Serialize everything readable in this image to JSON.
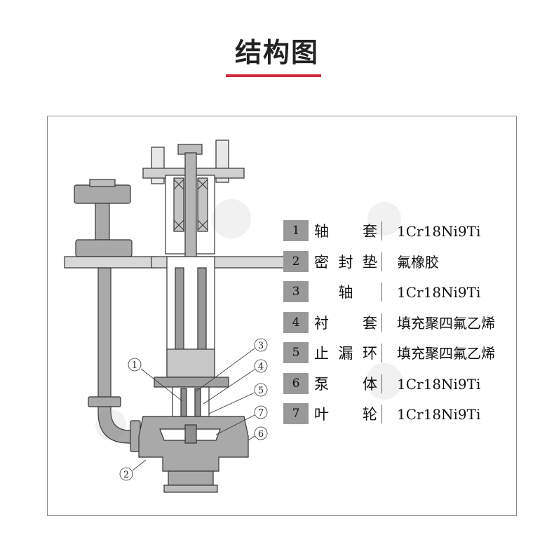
{
  "page_title": "结构图",
  "colors": {
    "accent": "#d22a3d",
    "fill_gray": "#a9a9a9",
    "outline": "#333333",
    "legend_number_bg": "#999999"
  },
  "parts": [
    {
      "num": "1",
      "name": "轴　套",
      "material": "1Cr18Ni9Ti",
      "cjk": false
    },
    {
      "num": "2",
      "name": "密封垫",
      "material": "氟橡胶",
      "cjk": true
    },
    {
      "num": "3",
      "name": "轴",
      "material": "1Cr18Ni9Ti",
      "cjk": false
    },
    {
      "num": "4",
      "name": "衬　套",
      "material": "填充聚四氟乙烯",
      "cjk": true
    },
    {
      "num": "5",
      "name": "止漏环",
      "material": "填充聚四氟乙烯",
      "cjk": true
    },
    {
      "num": "6",
      "name": "泵　体",
      "material": "1Cr18Ni9Ti",
      "cjk": false
    },
    {
      "num": "7",
      "name": "叶　轮",
      "material": "1Cr18Ni9Ti",
      "cjk": false
    }
  ],
  "callouts": [
    "1",
    "2",
    "3",
    "4",
    "5",
    "6",
    "7"
  ],
  "icons": [
    "pump-cross-section-drawing",
    "bearing-cross-icon",
    "watermark-logo"
  ]
}
